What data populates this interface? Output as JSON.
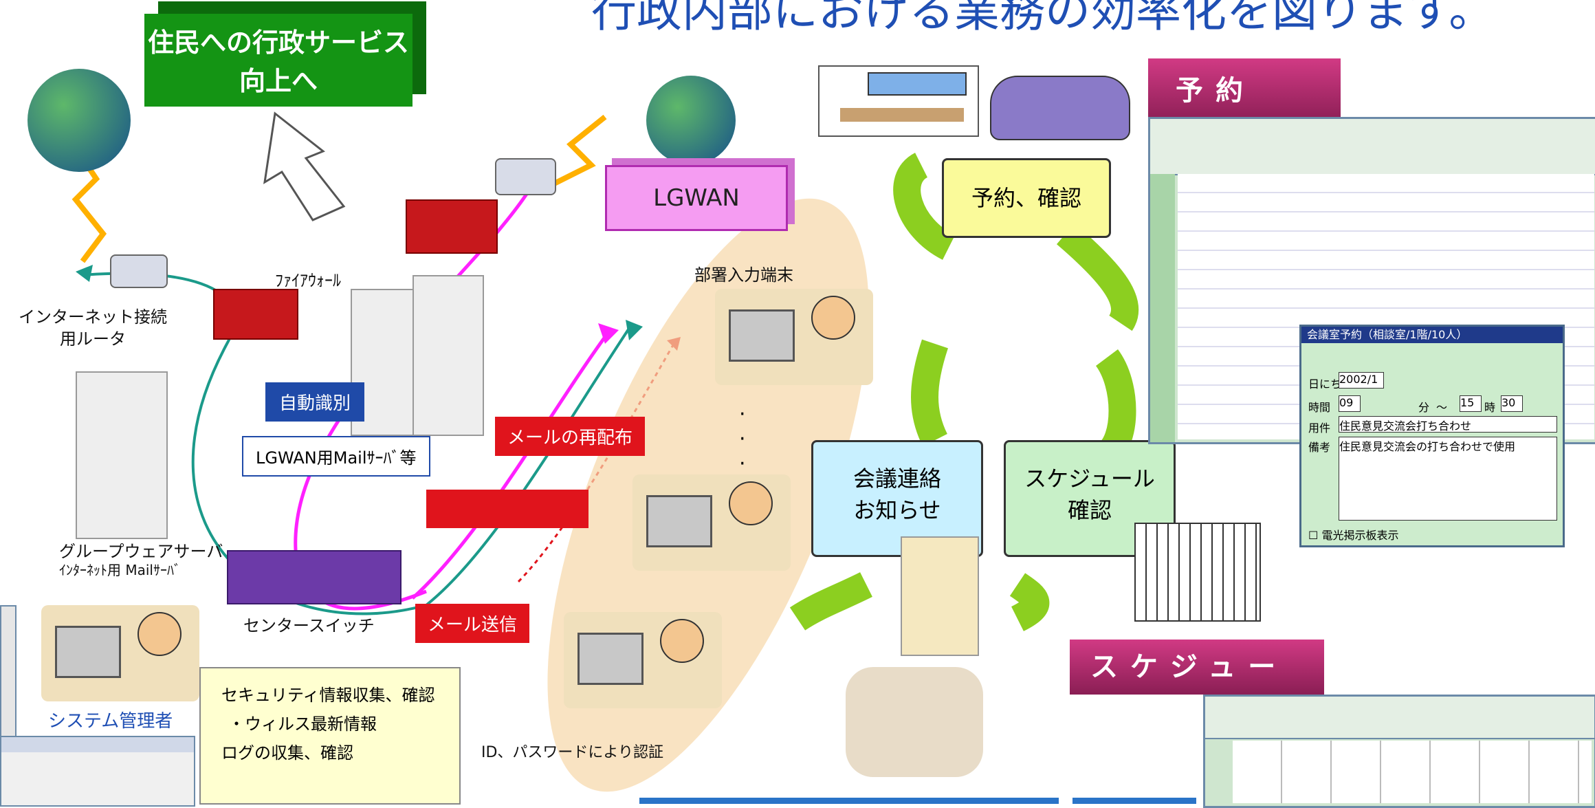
{
  "title": "行政内部における業務の効率化を図ります。",
  "service_box": "住民への行政サービス向上へ",
  "lgwan_label": "LGWAN",
  "labels": {
    "firewall": "ﾌｧｲｱｳｫｰﾙ",
    "router": "インターネット接続用ルータ",
    "groupware_server": "グループウェアサーバ",
    "mail_server": "ｲﾝﾀｰﾈｯﾄ用 Mailｻｰﾊﾞ",
    "center_switch": "センタースイッチ",
    "dept_terminal": "部署入力端末",
    "auth": "ID、パスワードにより認証",
    "sys_admin": "システム管理者"
  },
  "buttons": {
    "auto_identify": "自動識別",
    "lgwan_mail": "LGWAN用Mailｻｰﾊﾞ等",
    "redistribute": "メールの再配布",
    "send_mail": "メール送信"
  },
  "security_note": [
    "セキュリティ情報収集、確認",
    "・ウィルス最新情報",
    "ログの収集、確認"
  ],
  "cycle": {
    "reserve": "予約、確認",
    "meeting": [
      "会議連絡",
      "お知らせ"
    ],
    "schedule": [
      "スケジュール",
      "確認"
    ]
  },
  "banners": {
    "reserve": "予約",
    "schedule": "スケジュール"
  },
  "reservation_window": {
    "title": "会議室予約（相談室/1階/10人）",
    "date_label": "日にち",
    "date_value": "2002/1",
    "time_label": "時間",
    "time_from": "09",
    "minute": "分",
    "tilde": "～",
    "time_to": "15",
    "hour": "時",
    "minute2": "30",
    "subject_label": "用件",
    "subject_value": "住民意見交流会打ち合わせ",
    "notes_label": "備考",
    "notes_value": "住民意見交流会の打ち合わせで使用",
    "checkbox_label": "電光掲示板表示"
  },
  "colors": {
    "accent_blue": "#1f4fb4",
    "green": "#149414",
    "red": "#e0141c",
    "banner": "#b0246a"
  }
}
